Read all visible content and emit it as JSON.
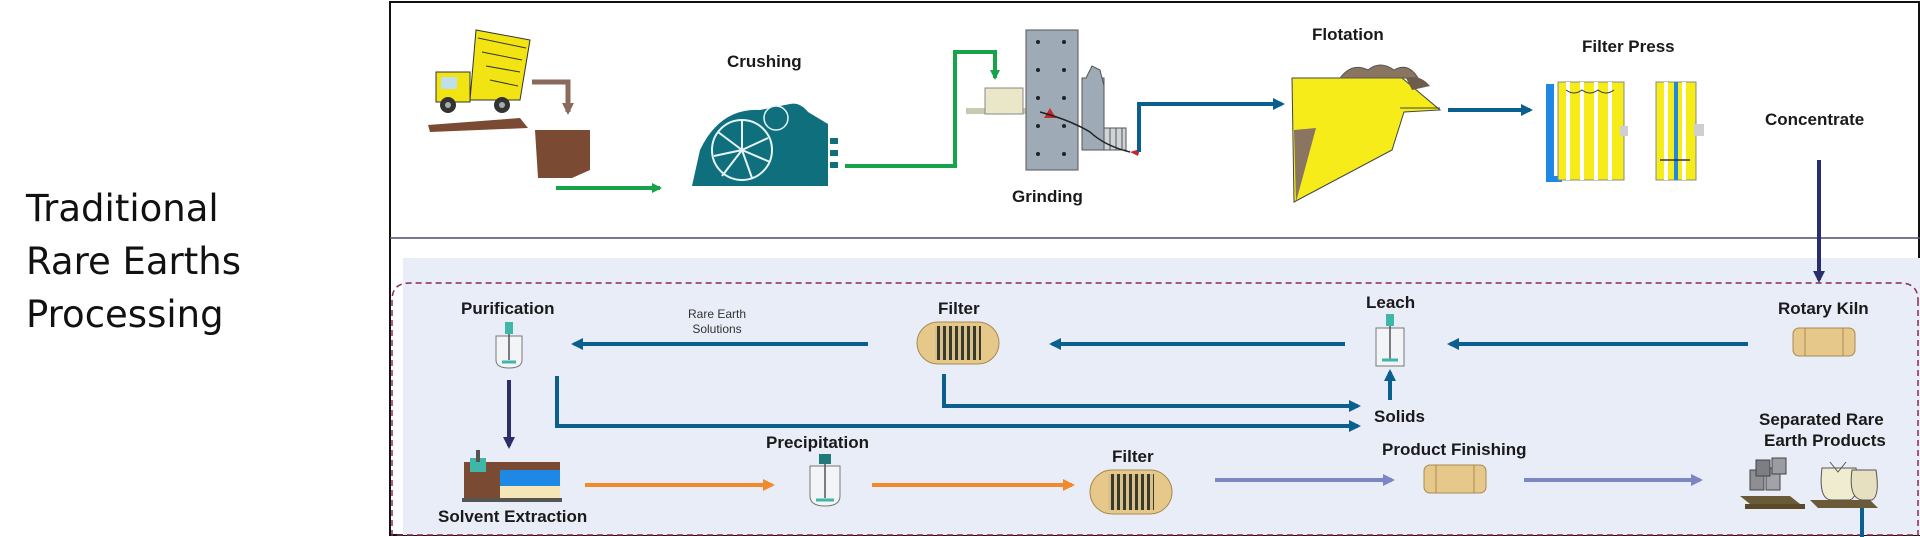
{
  "page": {
    "title_lines": [
      "Traditional",
      "Rare Earths",
      "Processing"
    ]
  },
  "stages_top": {
    "crushing": "Crushing",
    "grinding": "Grinding",
    "flotation": "Flotation",
    "filter_press": "Filter Press",
    "concentrate": "Concentrate"
  },
  "stages_bottom": {
    "purification": "Purification",
    "rare_earth_solutions_line1": "Rare Earth",
    "rare_earth_solutions_line2": "Solutions",
    "filter_upper": "Filter",
    "leach": "Leach",
    "rotary_kiln": "Rotary Kiln",
    "solids": "Solids",
    "precipitation": "Precipitation",
    "filter_lower": "Filter",
    "product_finishing": "Product Finishing",
    "separated_line1": "Separated Rare",
    "separated_line2": "Earth Products",
    "solvent_extraction": "Solvent Extraction"
  },
  "colors": {
    "green_flow": "#16a34a",
    "blue_flow": "#0b5f8f",
    "navy_flow": "#2a2f6b",
    "orange_flow": "#f08a2c",
    "lavender_flow": "#7b86c4",
    "panel_bottom_bg": "#e9edf7",
    "dashed_border": "#8a2b4a",
    "flotation_yellow": "#f5ec1a",
    "crusher_teal": "#0f6f7c"
  }
}
